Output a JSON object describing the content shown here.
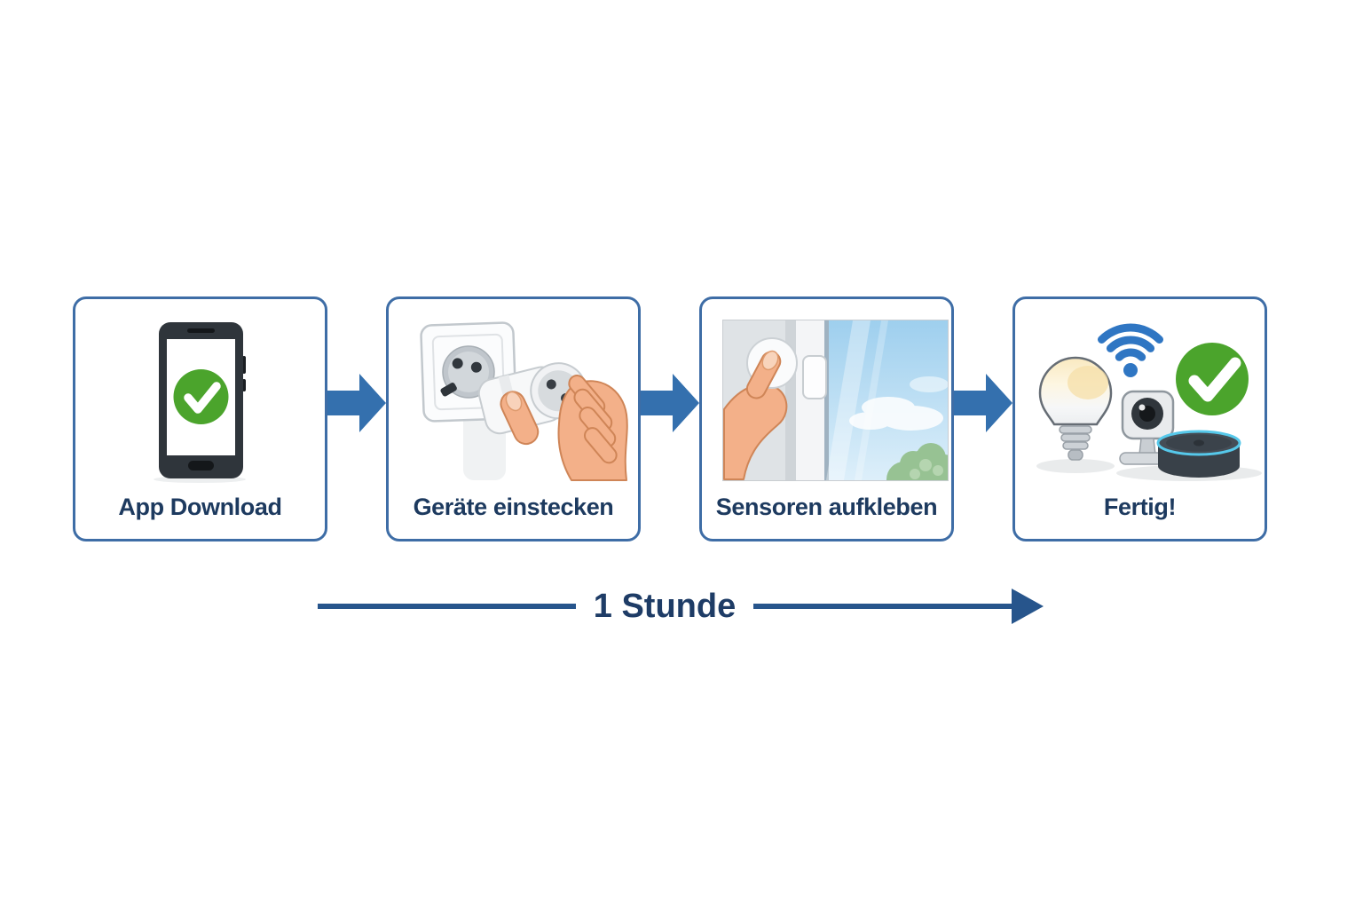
{
  "steps": [
    {
      "label": "App Download",
      "icon": "smartphone-checkmark-icon"
    },
    {
      "label": "Geräte einstecken",
      "icon": "plug-into-socket-icon"
    },
    {
      "label": "Sensoren aufkleben",
      "icon": "window-sensor-icon"
    },
    {
      "label": "Fertig!",
      "icon": "smart-devices-checkmark-icon"
    }
  ],
  "timeline": {
    "label": "1 Stunde"
  },
  "colors": {
    "background": "#ffffff",
    "card_border": "#3e6da6",
    "step_arrow": "#3470ae",
    "timeline": "#27558c",
    "timeline_text": "#1e3c66",
    "label_text": "#1d3a5f",
    "checkmark_green": "#4ba42c",
    "wifi_blue": "#2f76c3"
  }
}
